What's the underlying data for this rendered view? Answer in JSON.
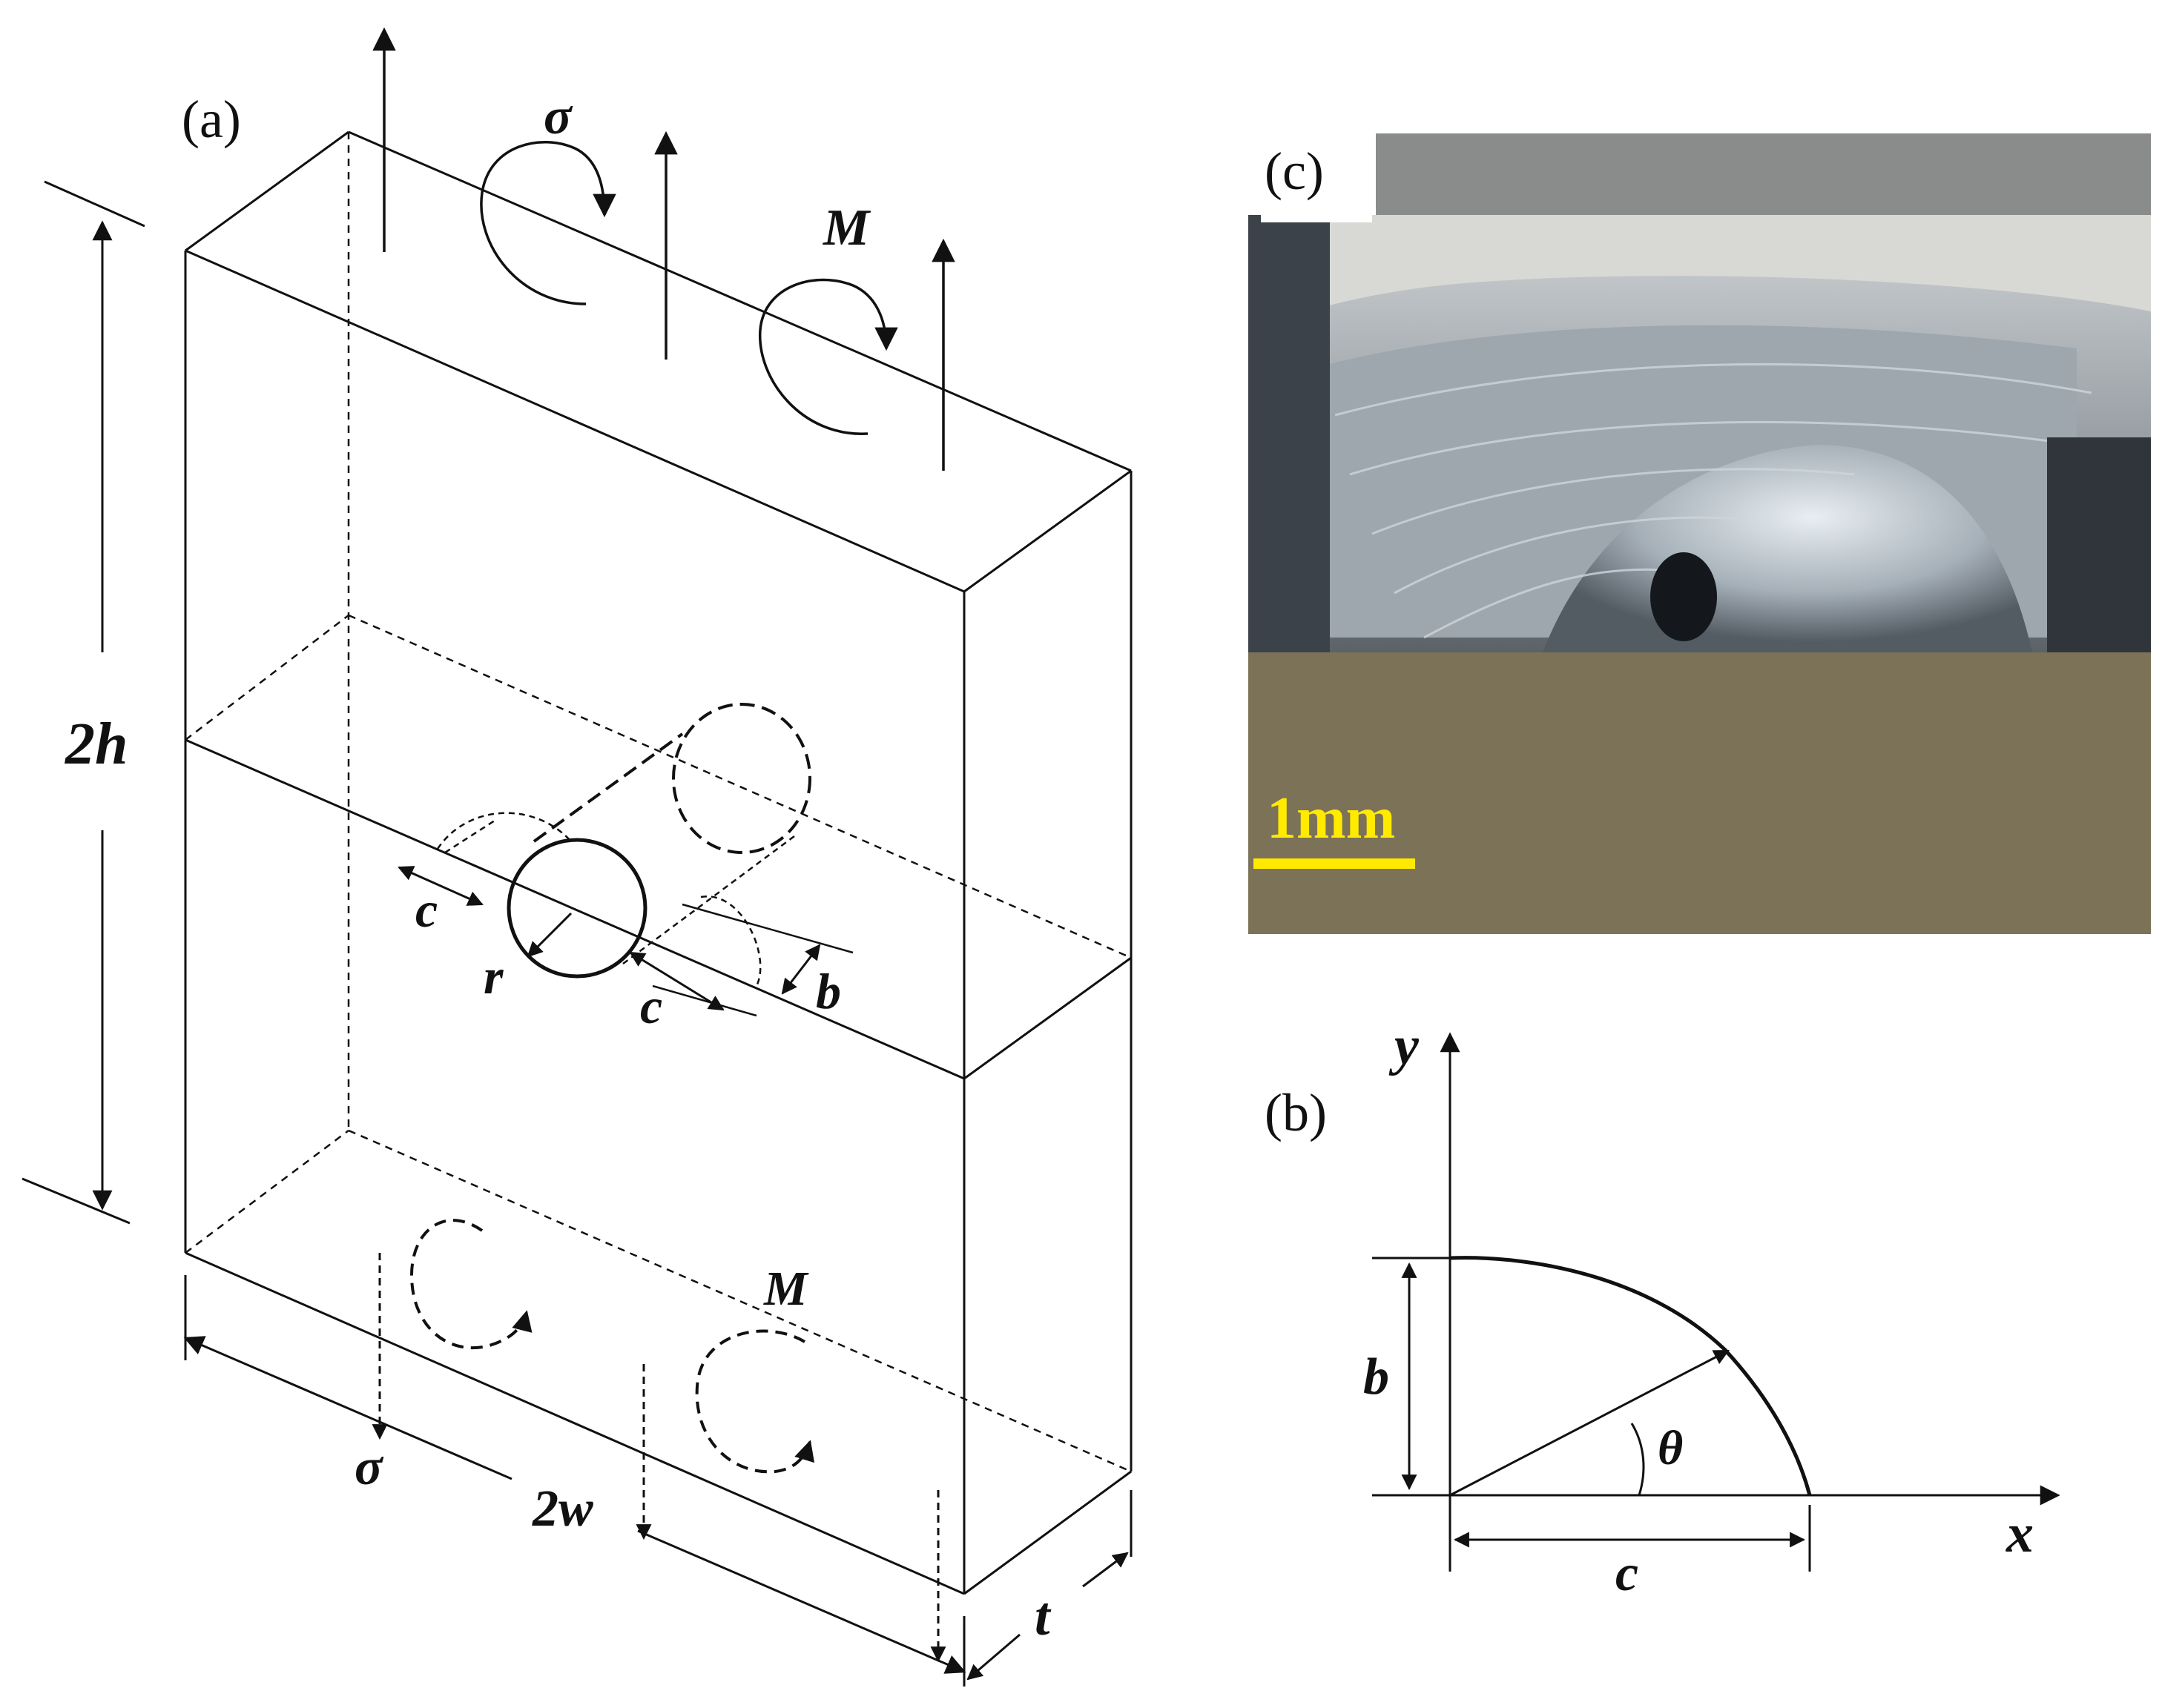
{
  "panels": {
    "a": {
      "tag": "(a)",
      "symbols": {
        "sigma": "σ",
        "moment": "M",
        "height": "2h",
        "width": "2w",
        "thickness": "t",
        "crack_len": "c",
        "crack_depth": "b",
        "radius": "r"
      }
    },
    "b": {
      "tag": "(b)",
      "axes": {
        "x": "x",
        "y": "y"
      },
      "labels": {
        "depth": "b",
        "length": "c",
        "angle": "θ"
      }
    },
    "c": {
      "tag": "(c)",
      "scale_bar": "1mm"
    }
  },
  "colors": {
    "ink": "#111111",
    "scale": "#ffea00",
    "photo_bg": "#7b7258"
  }
}
